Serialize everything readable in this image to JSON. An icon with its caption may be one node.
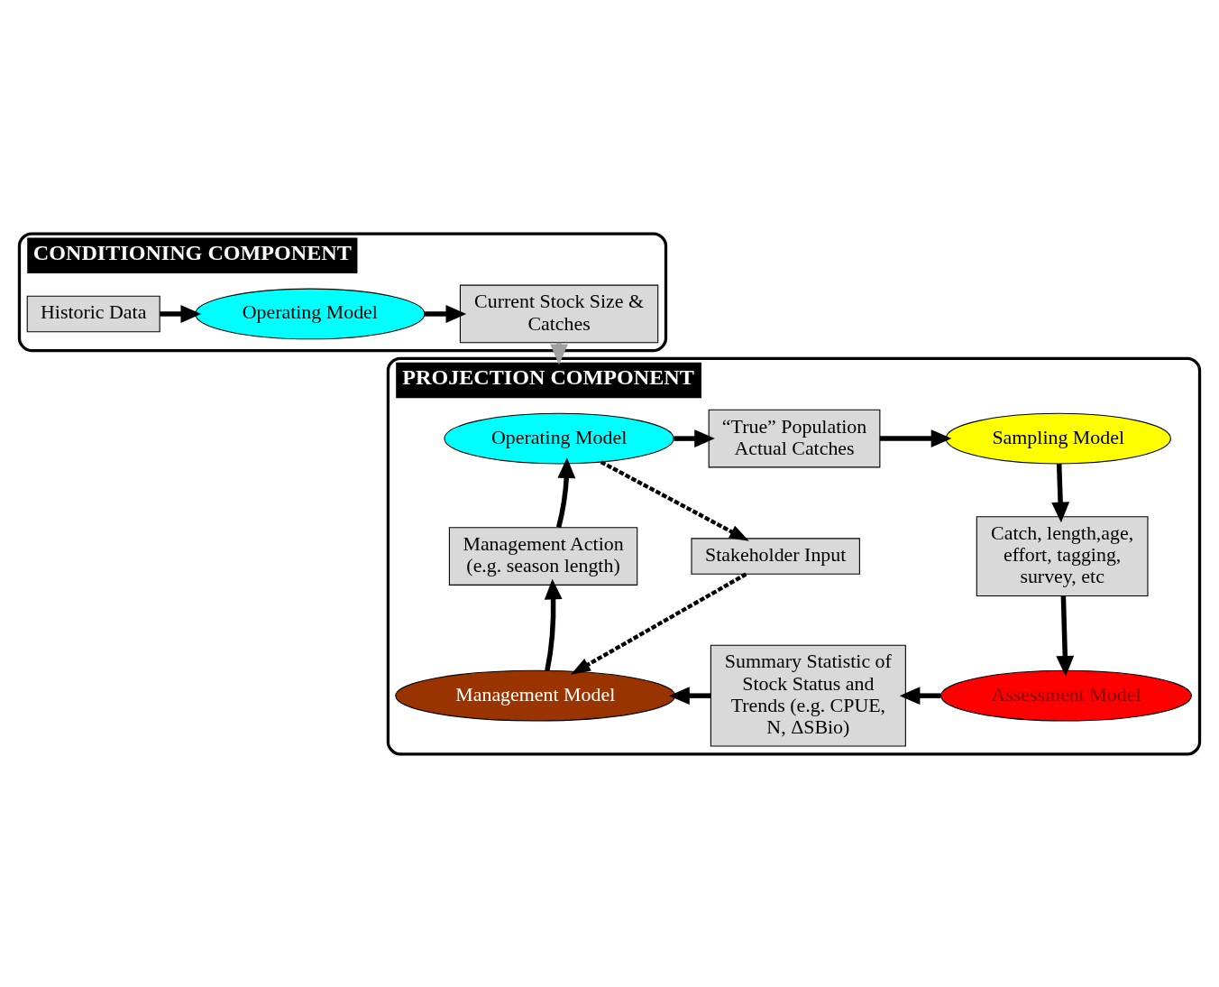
{
  "diagram": {
    "nodes": [
      {
        "text": [
          "CONDITIONING COMPONENT"
        ]
      },
      {
        "text": [
          "Historic Data"
        ],
        "in": 0
      },
      {
        "text": [
          "Operating Model"
        ],
        "in": 0
      },
      {
        "text": [
          "Current Stock Size & Catches"
        ],
        "in": 0
      },
      {
        "text": [
          "PROJECTION COMPONENT"
        ]
      },
      {
        "text": [
          "Operating Model"
        ],
        "in": 4
      },
      {
        "text": [
          "“True” Population Actual Catches"
        ],
        "in": 4
      },
      {
        "text": [
          "Sampling Model"
        ],
        "in": 4
      },
      {
        "text": [
          "Management Action (e.g. season length)"
        ],
        "in": 4
      },
      {
        "text": [
          "Stakeholder Input"
        ],
        "in": 4
      },
      {
        "text": [
          "Catch, length,age, effort, tagging, survey, etc"
        ],
        "in": 4
      },
      {
        "text": [
          "Management Model"
        ],
        "in": 4
      },
      {
        "text": [
          "Summary Statistic of Stock Status and Trends (e.g. CPUE, N, ΔSBio)"
        ],
        "in": 4
      },
      {
        "text": [
          "Assessment Model"
        ],
        "in": 4
      }
    ],
    "edges": [
      {
        "from": 1,
        "to": 2,
        "arrow": "to"
      },
      {
        "from": 2,
        "to": 3,
        "arrow": "to"
      },
      {
        "from": 3,
        "to": 4,
        "arrow": "to",
        "color": "#a0a0a0"
      },
      {
        "from": 5,
        "to": 6,
        "arrow": "to"
      },
      {
        "from": 6,
        "to": 7,
        "arrow": "to"
      },
      {
        "from": 7,
        "to": 10,
        "arrow": "to"
      },
      {
        "from": 10,
        "to": 13,
        "arrow": "to"
      },
      {
        "from": 13,
        "to": 12,
        "arrow": "to"
      },
      {
        "from": 12,
        "to": 11,
        "arrow": "to"
      },
      {
        "from": 11,
        "to": 8,
        "arrow": "to"
      },
      {
        "from": 8,
        "to": 5,
        "arrow": "to"
      },
      {
        "from": 5,
        "to": 9,
        "arrow": "to",
        "style": "dashed"
      },
      {
        "from": 9,
        "to": 11,
        "arrow": "to",
        "style": "dashed"
      }
    ]
  }
}
